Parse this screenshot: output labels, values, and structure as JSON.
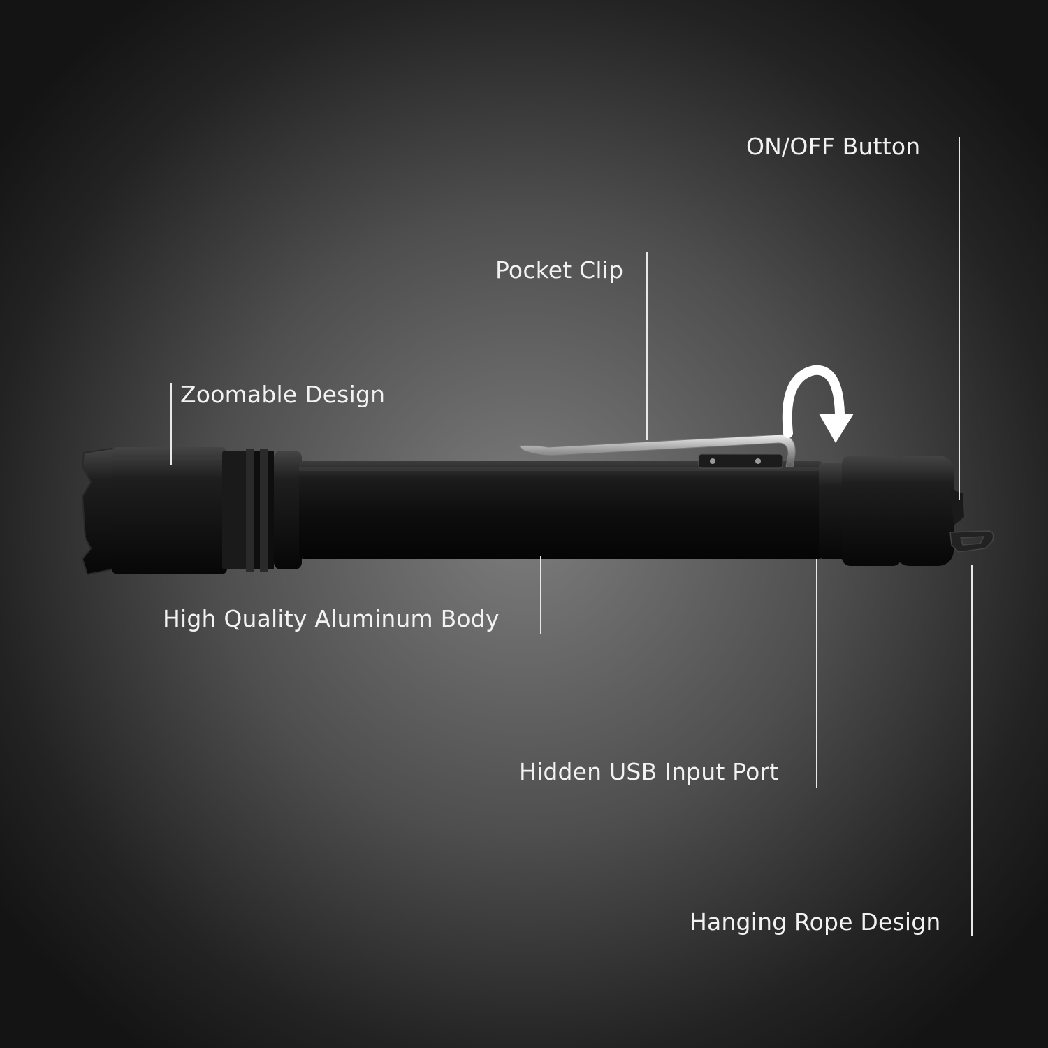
{
  "callouts": {
    "on_off": "ON/OFF Button",
    "pocket_clip": "Pocket Clip",
    "zoomable": "Zoomable Design",
    "aluminum_body": "High Quality Aluminum Body",
    "usb_port": "Hidden USB Input Port",
    "hanging_rope": "Hanging Rope Design"
  },
  "colors": {
    "text": "#f2f2f2",
    "leader_line": "#e8e8e8",
    "flashlight_body": "#111111"
  },
  "icons": [
    "rotate-arrow-icon"
  ]
}
